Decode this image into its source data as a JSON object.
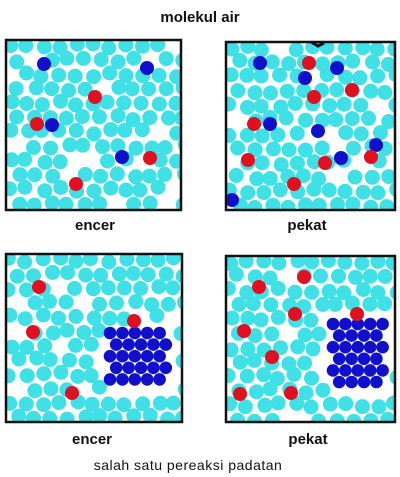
{
  "title": "molekul air",
  "panels": [
    {
      "label": "encer"
    },
    {
      "label": "pekat"
    },
    {
      "label": "encer"
    },
    {
      "label": "pekat"
    }
  ],
  "caption": "salah satu pereaksi padatan",
  "colors": {
    "water": "#3fe0e6",
    "blue": "#1010cc",
    "red": "#e01020",
    "frame": "#111111"
  }
}
